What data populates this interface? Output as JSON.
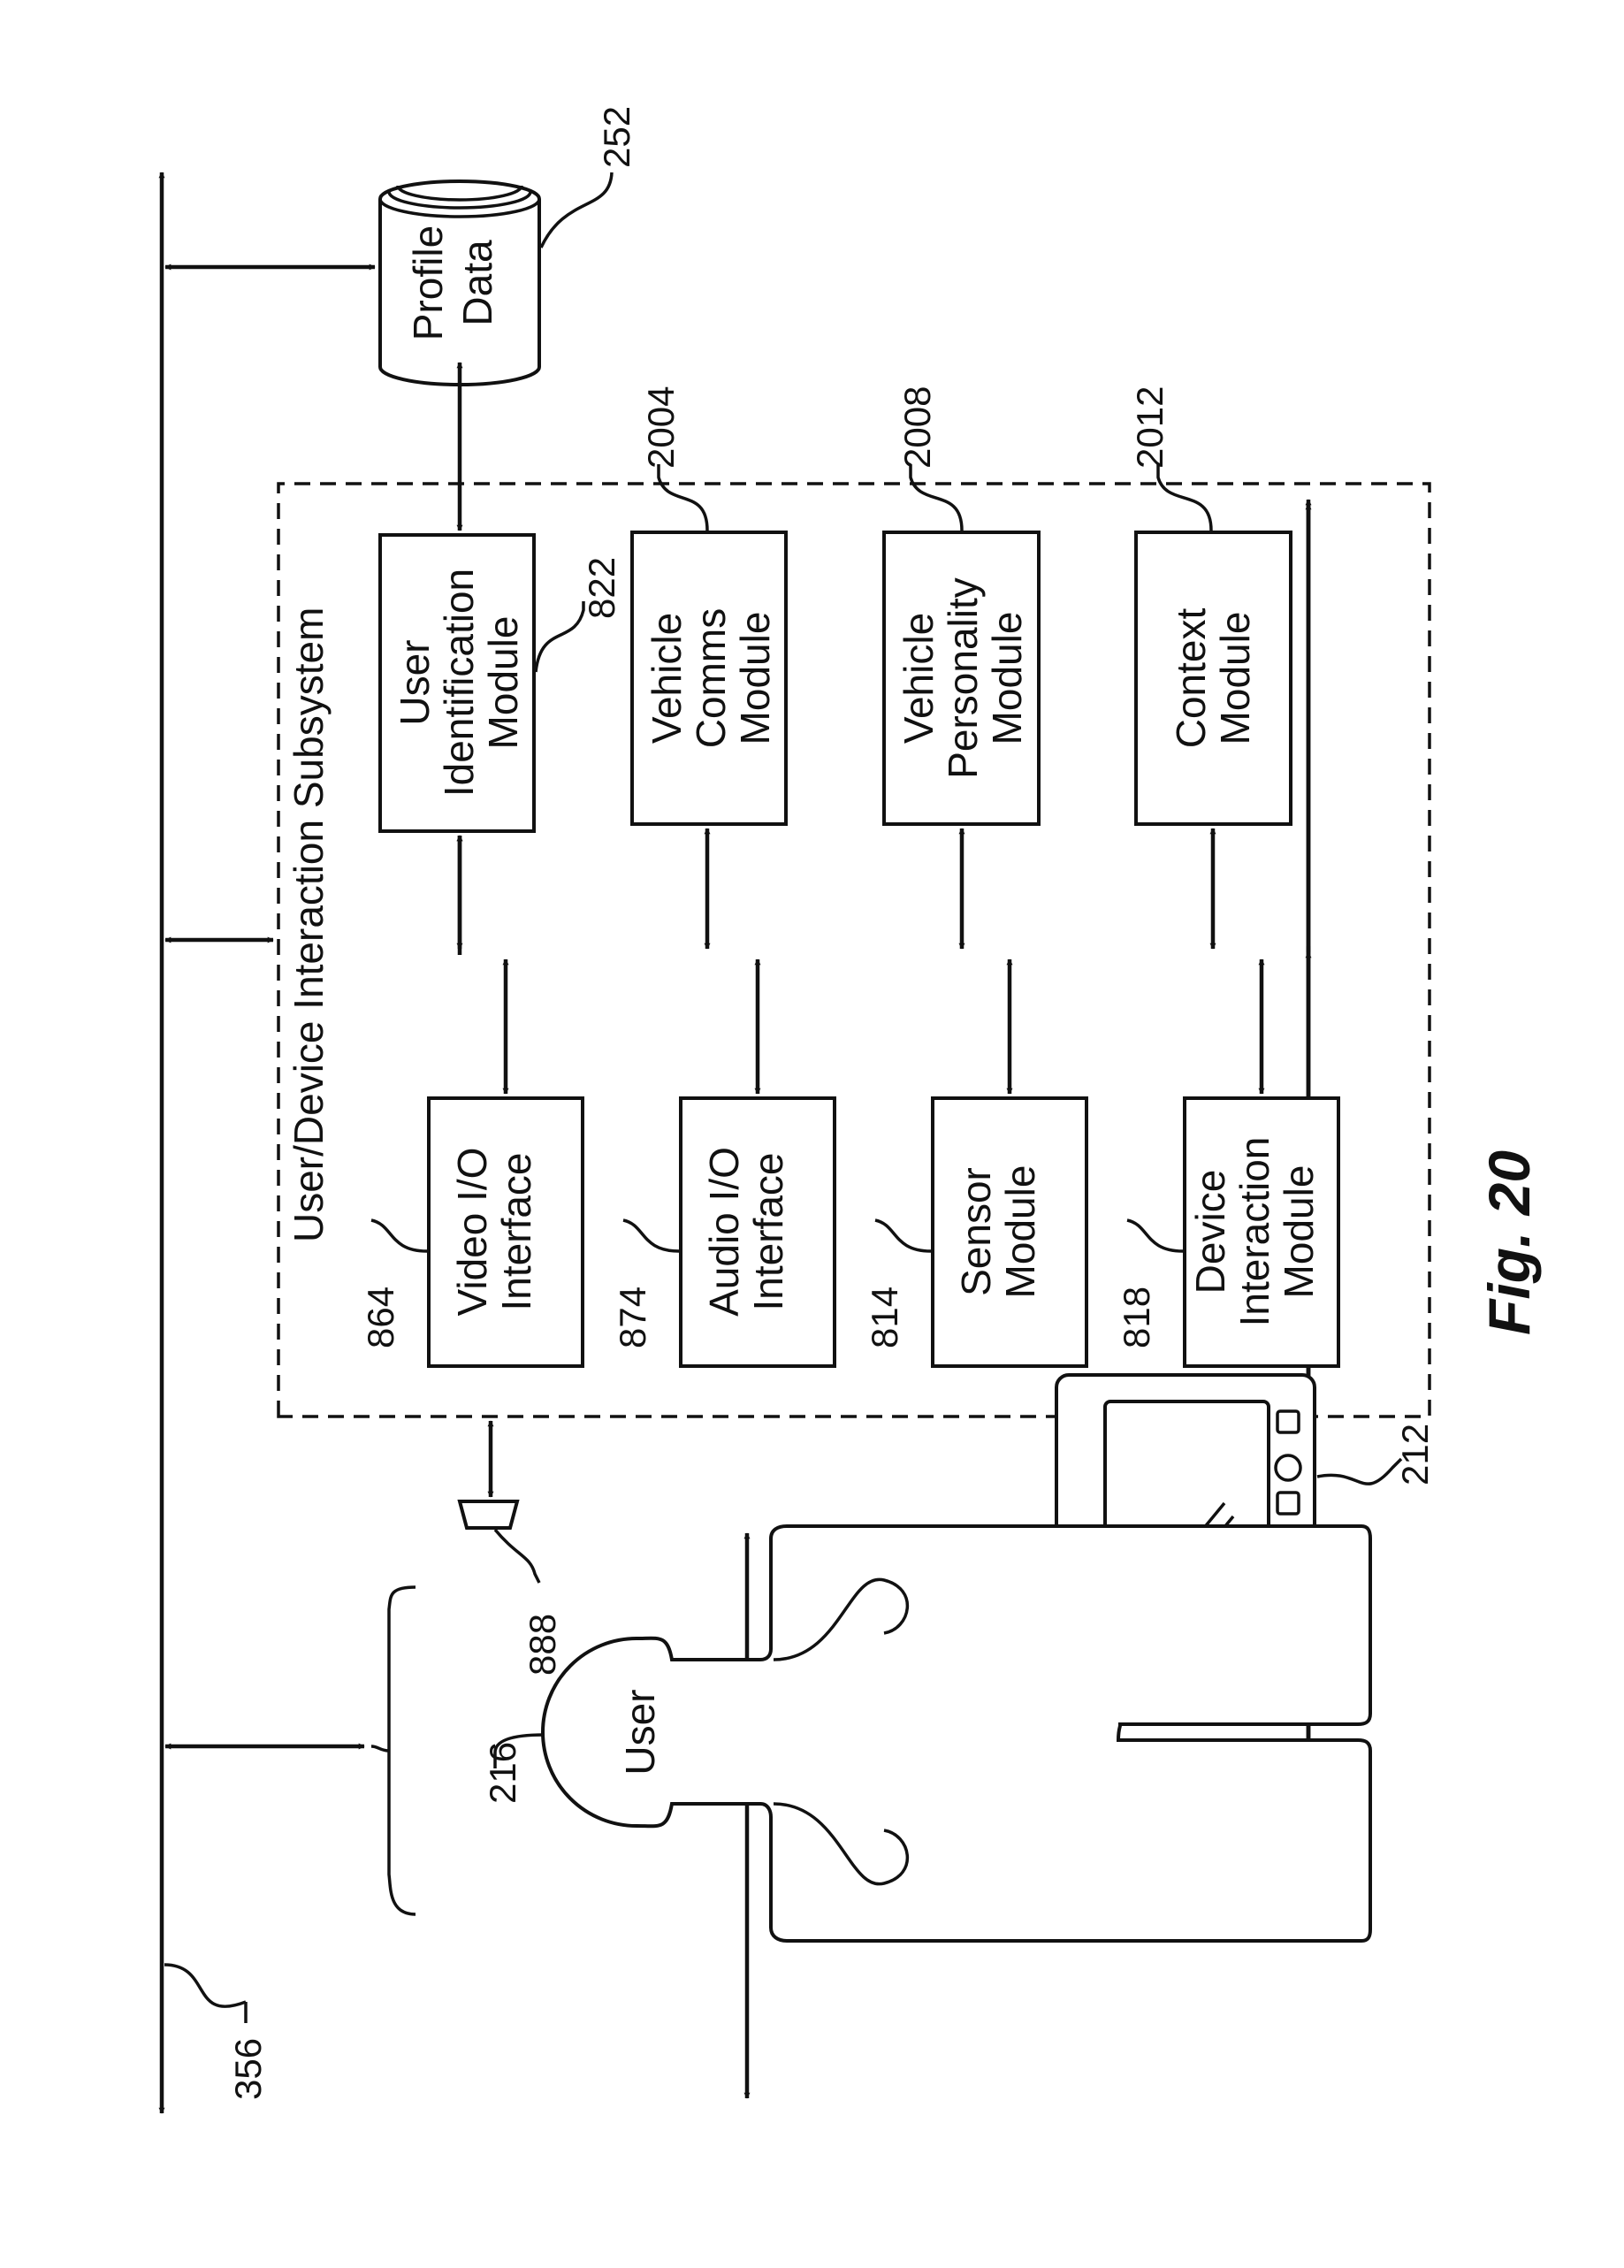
{
  "figure": {
    "label": "Fig. 20"
  },
  "subsystem": {
    "title": "User/Device Interaction Subsystem"
  },
  "modules": {
    "user_identification": {
      "lines": [
        "User",
        "Identification",
        "Module"
      ],
      "ref": "822"
    },
    "vehicle_comms": {
      "lines": [
        "Vehicle",
        "Comms",
        "Module"
      ],
      "ref": "2004"
    },
    "vehicle_personality": {
      "lines": [
        "Vehicle",
        "Personality",
        "Module"
      ],
      "ref": "2008"
    },
    "context": {
      "lines": [
        "Context",
        "Module"
      ],
      "ref": "2012"
    },
    "video_io": {
      "lines": [
        "Video I/O",
        "Interface"
      ],
      "ref": "864"
    },
    "audio_io": {
      "lines": [
        "Audio I/O",
        "Interface"
      ],
      "ref": "874"
    },
    "sensor": {
      "lines": [
        "Sensor",
        "Module"
      ],
      "ref": "814"
    },
    "device_interaction": {
      "lines": [
        "Device",
        "Interaction",
        "Module"
      ],
      "ref": "818"
    }
  },
  "profile_data": {
    "lines": [
      "Profile",
      "Data"
    ],
    "ref": "252"
  },
  "bus": {
    "ref": "356"
  },
  "user": {
    "label": "User",
    "ref": "216"
  },
  "device": {
    "ref": "212"
  },
  "sensor_element": {
    "ref": "888"
  }
}
